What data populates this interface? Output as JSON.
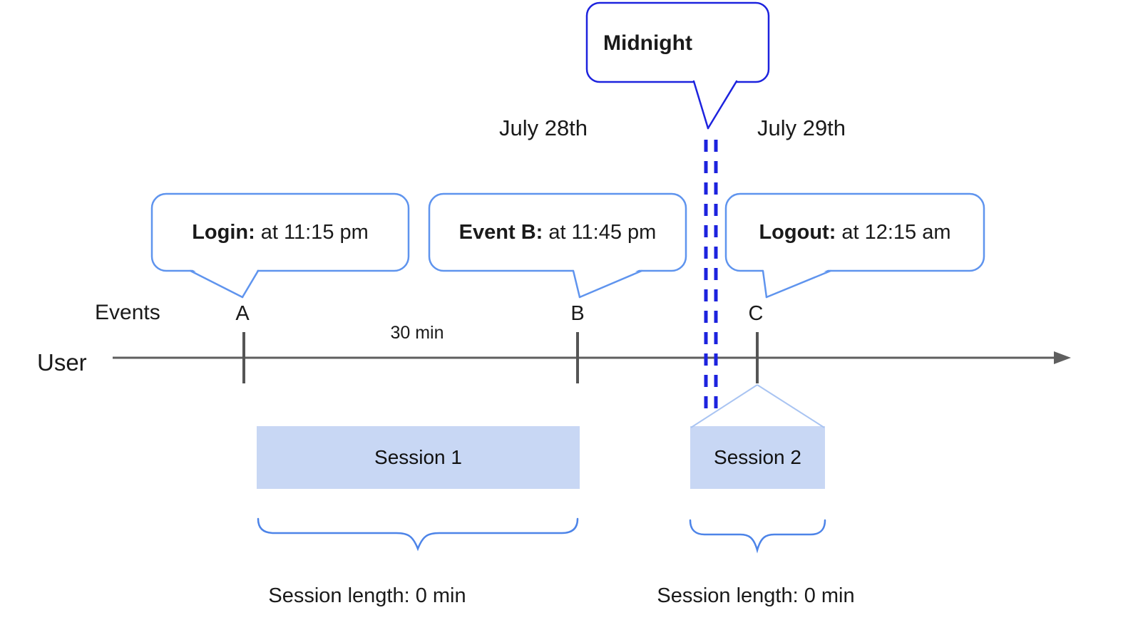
{
  "diagram": {
    "midnight_label": "Midnight",
    "date_left": "July 28th",
    "date_right": "July 29th",
    "events_label": "Events",
    "user_label": "User",
    "interval_label": "30 min",
    "bubbles": [
      {
        "title": "Login:",
        "time": "at 11:15 pm",
        "marker": "A"
      },
      {
        "title": "Event B:",
        "time": "at 11:45 pm",
        "marker": "B"
      },
      {
        "title": "Logout:",
        "time": "at 12:15 am",
        "marker": "C"
      }
    ],
    "sessions": [
      {
        "name": "Session 1",
        "length_label": "Session length: 0 min"
      },
      {
        "name": "Session 2",
        "length_label": "Session length: 0 min"
      }
    ]
  },
  "colors": {
    "strong_blue": "#1d23de",
    "light_blue": "#5f94ee",
    "brace_blue": "#4d84e8",
    "roof_blue": "#a9c4f2",
    "session_fill": "#c8d7f4",
    "line_gray": "#5f5f5f",
    "text_color": "#1a1a1a"
  }
}
